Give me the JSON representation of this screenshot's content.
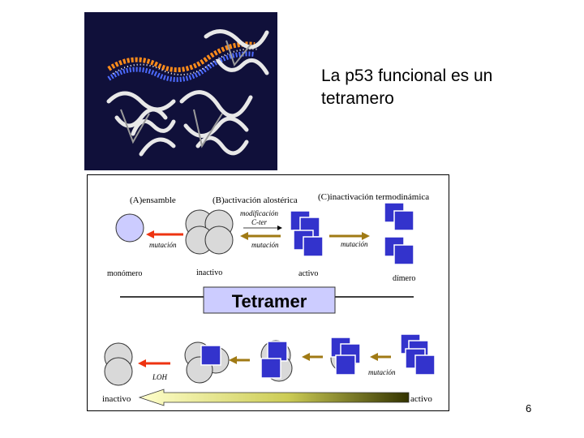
{
  "slide": {
    "title_lines": [
      "La p53 funcional es un",
      "tetramero"
    ],
    "slide_number": "6"
  },
  "figure": {
    "labels": {
      "a": "(A)ensamble",
      "b": "(B)activación alostérica",
      "c": "(C)inactivación termodinámica",
      "mod1": "modificación",
      "mod2": "C-ter",
      "mut_red": "mutación",
      "mut_b": "mutación",
      "mut_c": "mutación",
      "monomer": "monómero",
      "inactive": "inactivo",
      "active": "activo",
      "dimer": "dímero",
      "tetramer": "Tetramer",
      "loh": "LOH",
      "mut_bottom": "mutación",
      "bottom_inactive": "inactivo",
      "bottom_active": "activo"
    },
    "colors": {
      "blue": "#3333cc",
      "gray": "#d9d9d9",
      "lavender": "#ccccff",
      "red_arrow": "#ee3311",
      "brown_arrow": "#a07a14",
      "gradient_light": "#ffffcc",
      "gradient_dark": "#333300",
      "protein_bg": "#10103a"
    },
    "icons": [
      "protein-structure-image",
      "monomer-circle-icon",
      "tetramer-circles-icon",
      "blue-squares-icon",
      "gradient-arrow-icon"
    ]
  }
}
